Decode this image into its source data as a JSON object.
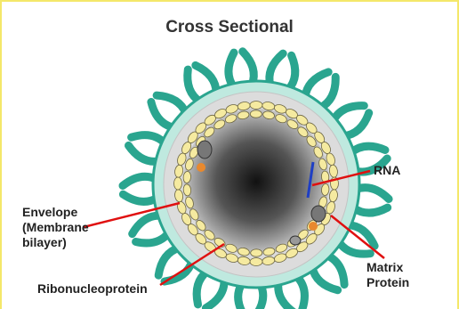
{
  "title": "Cross Sectional",
  "labels": {
    "rna": "RNA",
    "envelope": [
      "Envelope",
      "(Membrane",
      "bilayer)"
    ],
    "ribonucleoprotein": "Ribonucleoprotein",
    "matrix_protein": [
      "Matrix",
      "Protein"
    ]
  },
  "colors": {
    "spike": "#2aa58f",
    "membrane": "#bfe9df",
    "matrix_layer": "#d9d9d9",
    "rnp_bead": "#f5eaa0",
    "orange_dot": "#e8892e",
    "rna_strand": "#1f3fc4",
    "pointer": "#e01010",
    "frame_border": "#f4e86a"
  }
}
